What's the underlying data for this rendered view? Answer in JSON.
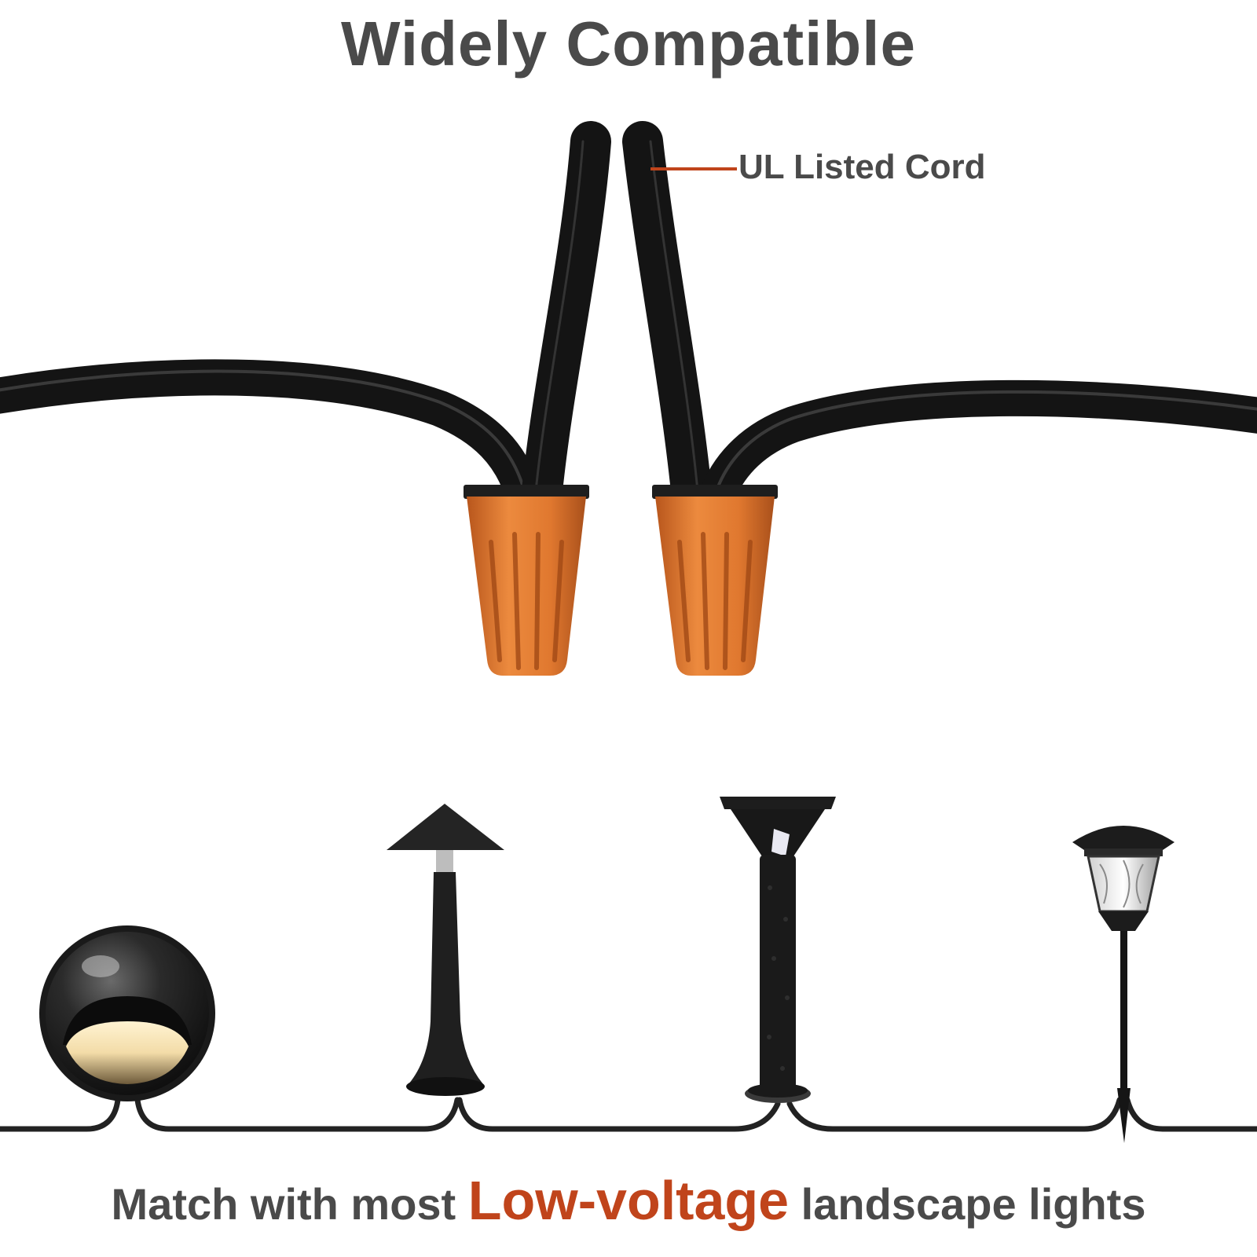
{
  "title": "Widely Compatible",
  "callout": {
    "label": "UL Listed Cord"
  },
  "caption": {
    "before": "Match with most ",
    "highlight": "Low-voltage",
    "after": " landscape lights"
  },
  "colors": {
    "heading_text": "#4a4a4a",
    "accent": "#c0441b",
    "cord": "#151515",
    "connector": "#e0782f",
    "light_body": "#1e1e1e",
    "light_glow": "#f3dca8",
    "background": "#ffffff"
  },
  "icons": [
    "black-cord",
    "orange-wire-connector",
    "dome-deck-light-icon",
    "cone-hat-path-light-icon",
    "bollard-path-light-icon",
    "solar-stake-light-icon"
  ]
}
